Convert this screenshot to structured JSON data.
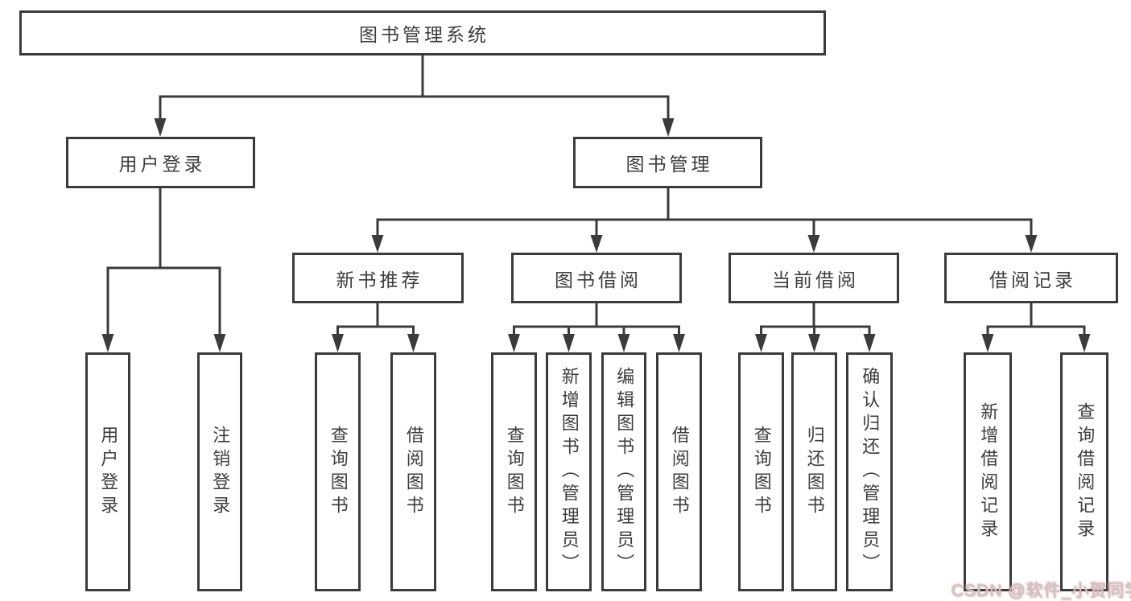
{
  "diagram": {
    "root": {
      "label": "图书管理系统"
    },
    "level1": {
      "user_login": {
        "label": "用户登录"
      },
      "book_management": {
        "label": "图书管理"
      }
    },
    "user_login_children": {
      "login": {
        "label": "用户登录"
      },
      "logout": {
        "label": "注销登录"
      }
    },
    "book_management_children": {
      "new_book": {
        "label": "新书推荐"
      },
      "book_borrow": {
        "label": "图书借阅"
      },
      "current_borrow": {
        "label": "当前借阅"
      },
      "borrow_record": {
        "label": "借阅记录"
      }
    },
    "new_book_children": {
      "query_book": {
        "label": "查询图书"
      },
      "borrow_book": {
        "label": "借阅图书"
      }
    },
    "book_borrow_children": {
      "query_book": {
        "label": "查询图书"
      },
      "add_book_admin": {
        "label": "新增图书（管理员）"
      },
      "edit_book_admin": {
        "label": "编辑图书（管理员）"
      },
      "borrow_book": {
        "label": "借阅图书"
      }
    },
    "current_borrow_children": {
      "query_book": {
        "label": "查询图书"
      },
      "return_book": {
        "label": "归还图书"
      },
      "confirm_return_admin": {
        "label": "确认归还（管理员）"
      }
    },
    "borrow_record_children": {
      "add_record": {
        "label": "新增借阅记录"
      },
      "query_record": {
        "label": "查询借阅记录"
      }
    }
  },
  "watermark": {
    "text": "CSDN @软件_小贺同学",
    "text_color": "#c9c9c9",
    "accent_color": "#e79a9a"
  },
  "colors": {
    "line": "#3b3b3b",
    "text": "#3d3d3d",
    "box_background": "#ffffff",
    "page_background": "#ffffff"
  }
}
